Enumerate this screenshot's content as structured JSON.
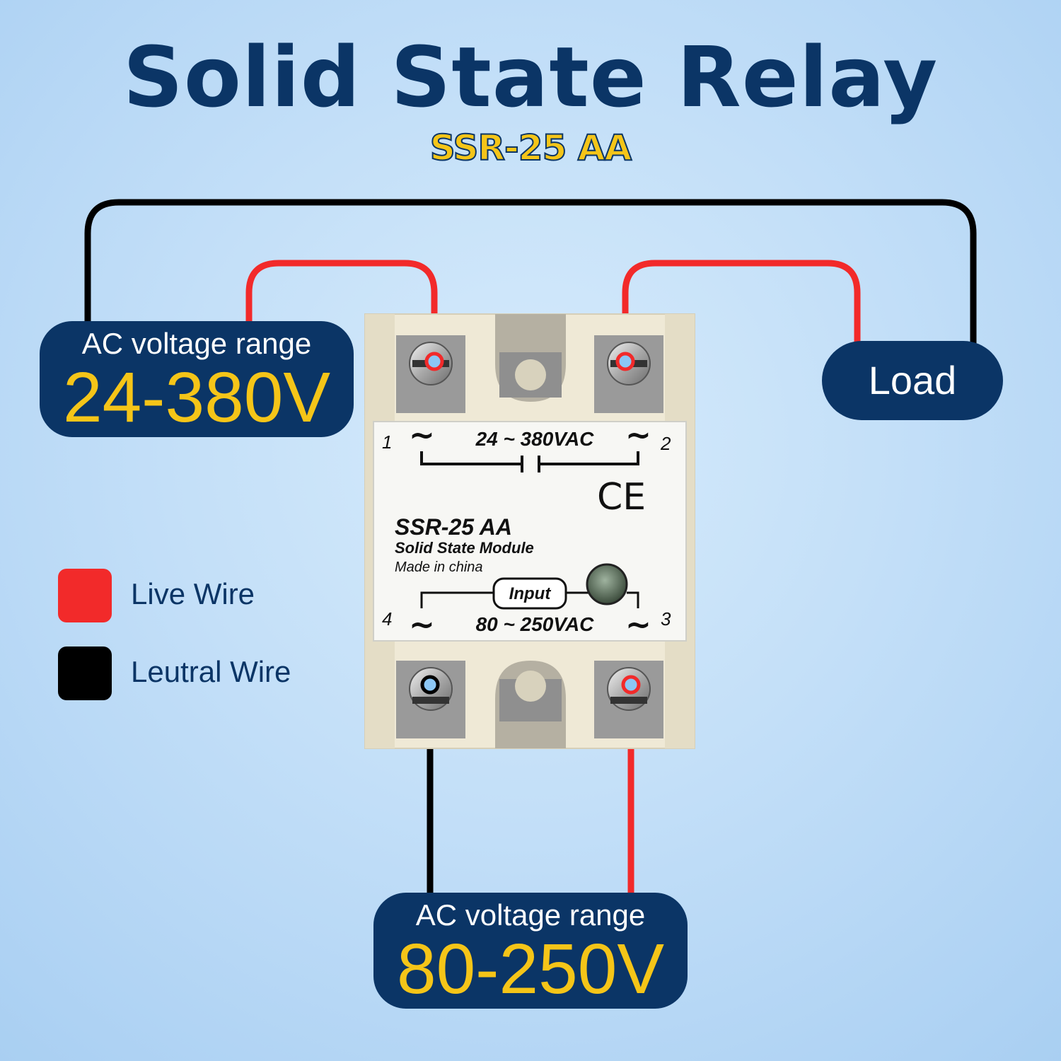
{
  "title": "Solid State Relay",
  "subtitle": "SSR-25 AA",
  "callouts": {
    "output": {
      "caption": "AC voltage range",
      "value": "24-380V"
    },
    "input": {
      "caption": "AC voltage range",
      "value": "80-250V"
    },
    "load": {
      "label": "Load"
    }
  },
  "legend": [
    {
      "label": "Live Wire",
      "color": "#f22a2a"
    },
    {
      "label": "Leutral Wire",
      "color": "#000000"
    }
  ],
  "relay_face": {
    "output_rating": "24 ~ 380VAC",
    "model": "SSR-25 AA",
    "description": "Solid State Module",
    "origin": "Made in china",
    "input_label": "Input",
    "input_rating": "80 ~ 250VAC",
    "ce_mark": "CE",
    "tilde": "~",
    "terminals": [
      "1",
      "2",
      "3",
      "4"
    ]
  },
  "colors": {
    "navy": "#0b3566",
    "yellow": "#f5c518",
    "live_wire": "#f22a2a",
    "neutral_wire": "#000000"
  }
}
